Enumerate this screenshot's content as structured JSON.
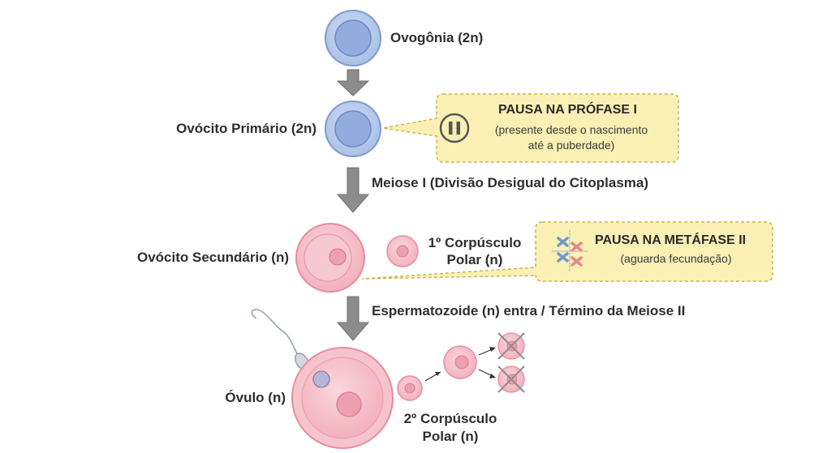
{
  "stages": {
    "oogonia": "Ovogônia (2n)",
    "primary_oocyte": "Ovócito Primário (2n)",
    "secondary_oocyte": "Ovócito Secundário (n)",
    "ovum": "Óvulo (n)"
  },
  "transitions": {
    "meiosis_1": "Meiose I (Divisão Desigual do Citoplasma)",
    "meiosis_2": "Espermatozoide (n) entra / Término da Meiose II"
  },
  "polar_bodies": {
    "first_line1": "1º Corpúsculo",
    "first_line2": "Polar (n)",
    "second_line1": "2º Corpúsculo",
    "second_line2": "Polar (n)"
  },
  "pauses": {
    "prophase_title": "PAUSA NA PRÓFASE I",
    "prophase_line1": "(presente desde o nascimento",
    "prophase_line2": "até a puberdade)",
    "metaphase_title": "PAUSA NA METÁFASE II",
    "metaphase_line1": "(aguarda fecundação)"
  },
  "colors": {
    "blue_cell": "#b9cdec",
    "pink_cell": "#f5c2cb",
    "callout_fill": "#fbf0b4",
    "arrow": "#8c8c8c"
  }
}
